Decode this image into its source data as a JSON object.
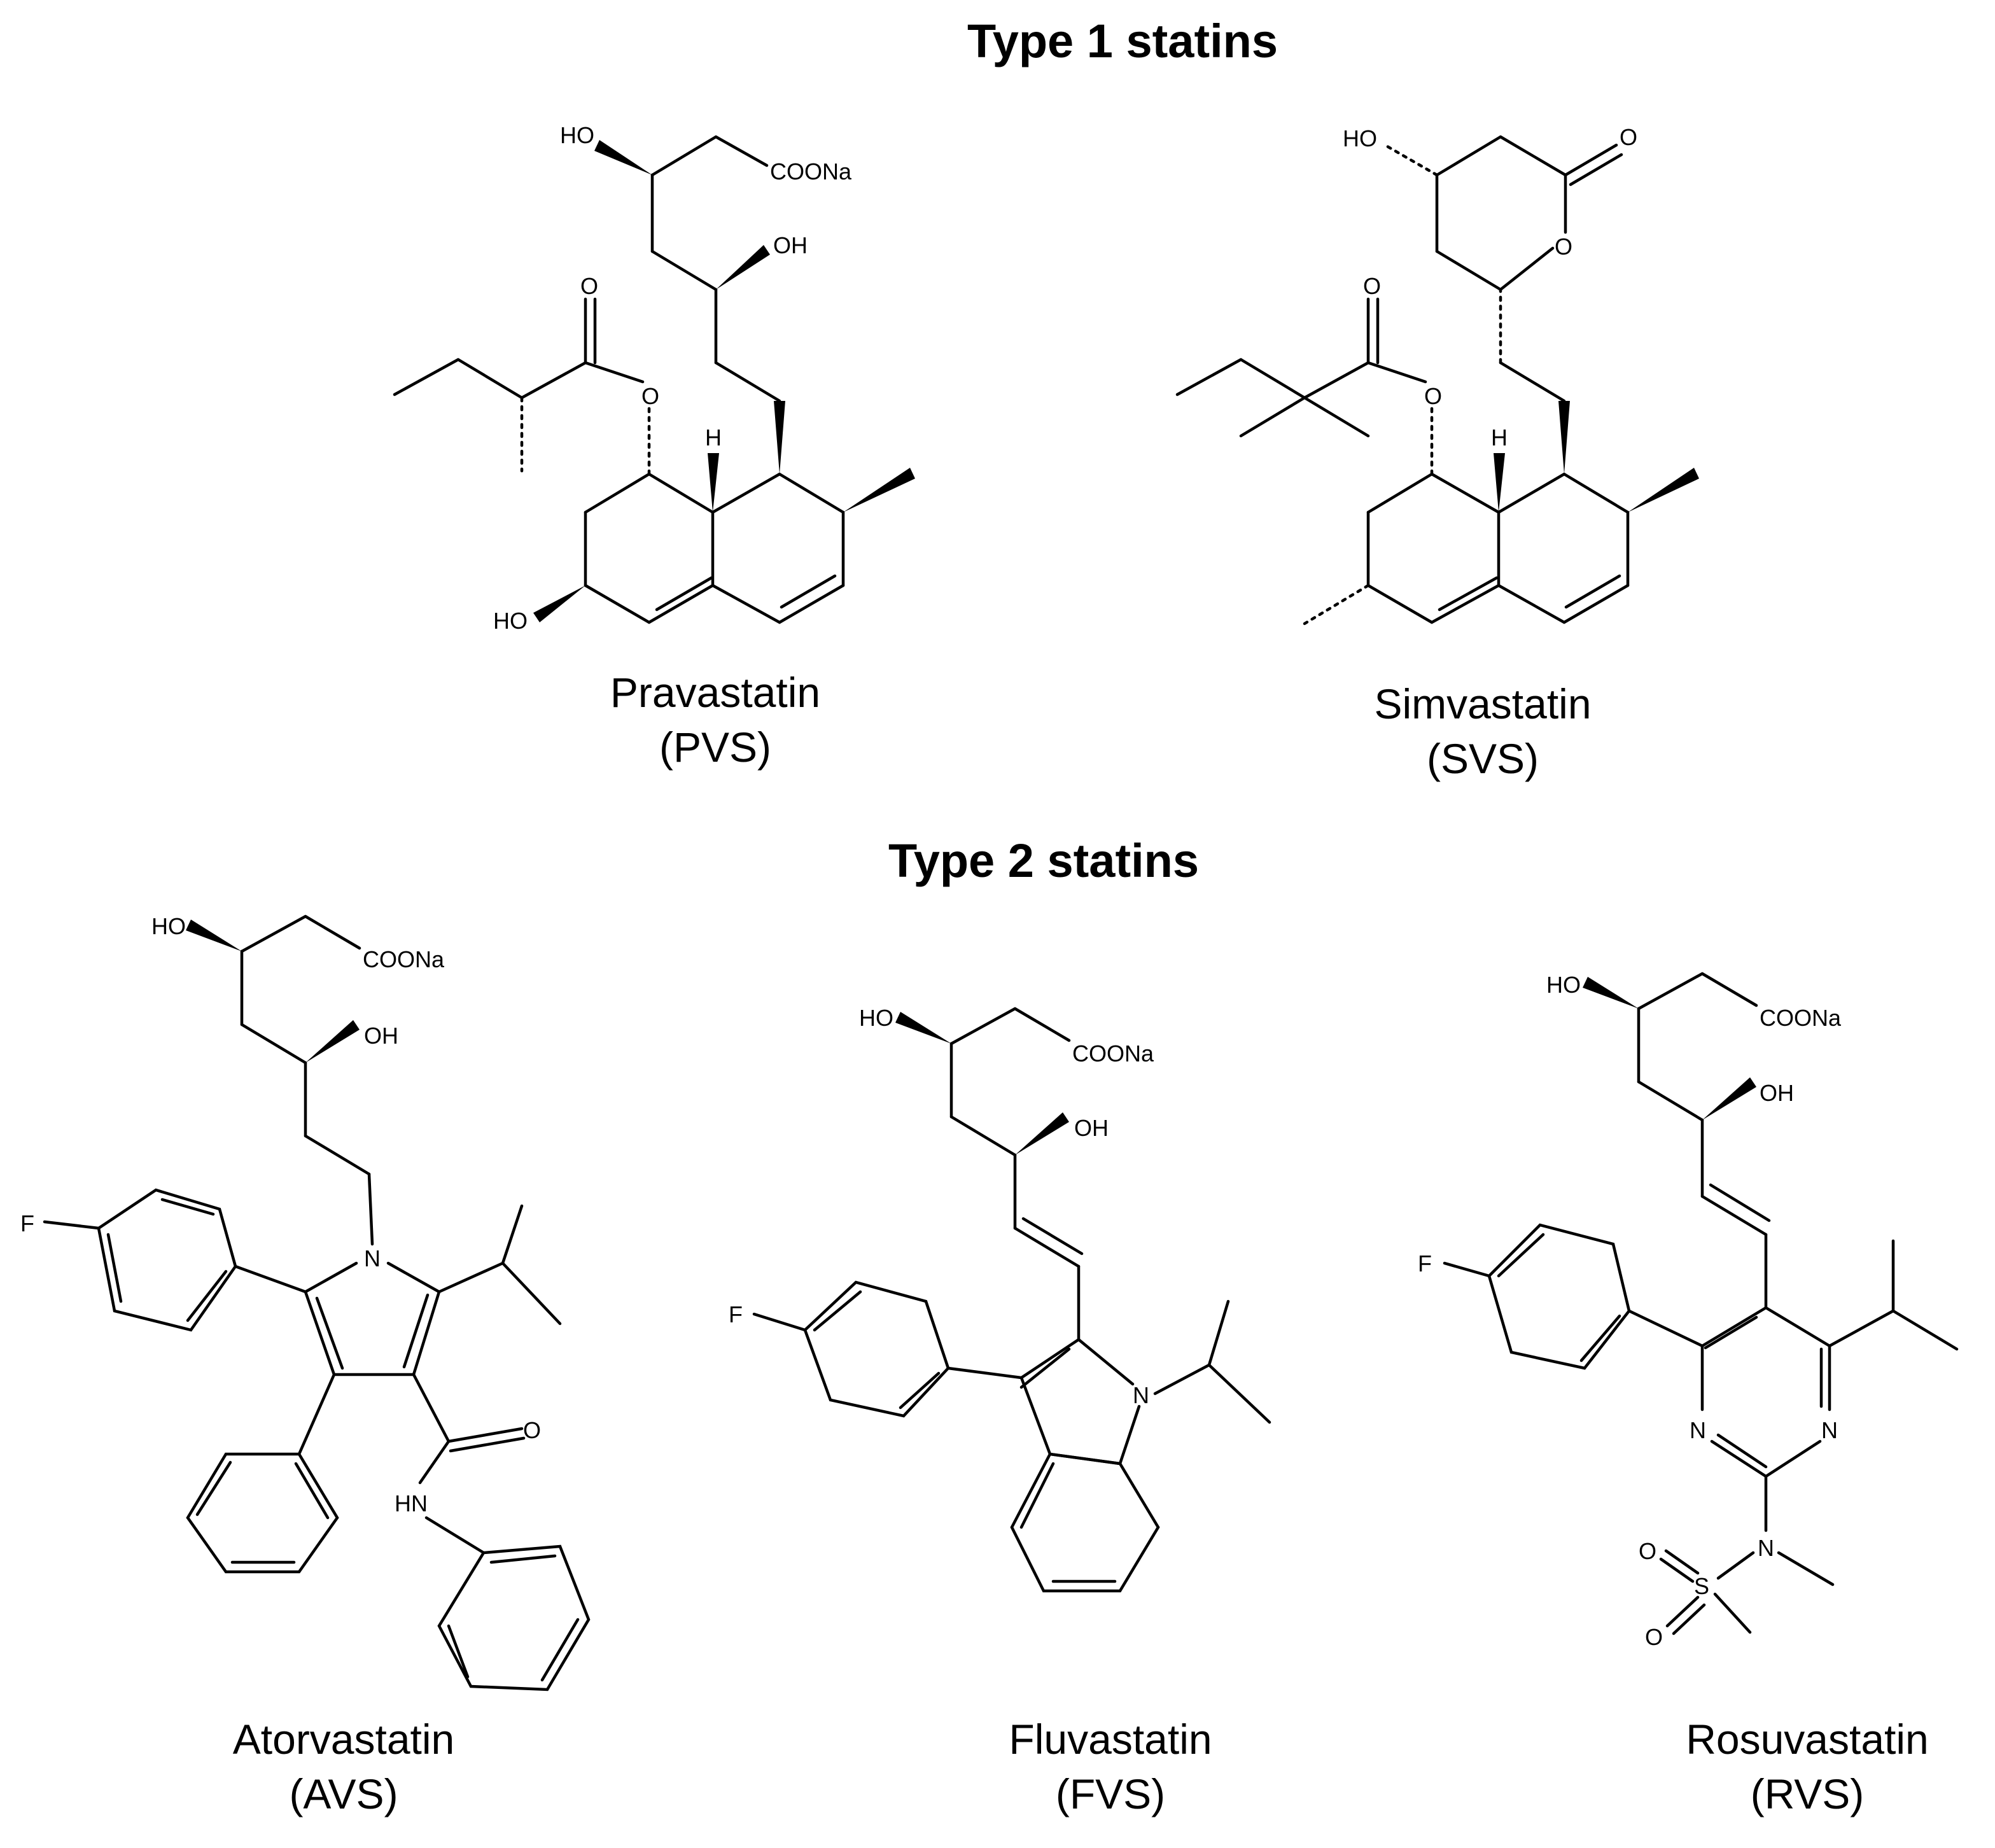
{
  "sections": {
    "type1_title": "Type 1 statins",
    "type2_title": "Type 2 statins"
  },
  "molecules": {
    "pravastatin": {
      "name": "Pravastatin",
      "abbr": "(PVS)"
    },
    "simvastatin": {
      "name": "Simvastatin",
      "abbr": "(SVS)"
    },
    "atorvastatin": {
      "name": "Atorvastatin",
      "abbr": "(AVS)"
    },
    "fluvastatin": {
      "name": "Fluvastatin",
      "abbr": "(FVS)"
    },
    "rosuvastatin": {
      "name": "Rosuvastatin",
      "abbr": "(RVS)"
    }
  },
  "atoms": {
    "ho": "HO",
    "oh": "OH",
    "coona": "COONa",
    "o": "O",
    "h": "H",
    "f": "F",
    "n": "N",
    "hn": "HN",
    "s": "S"
  }
}
